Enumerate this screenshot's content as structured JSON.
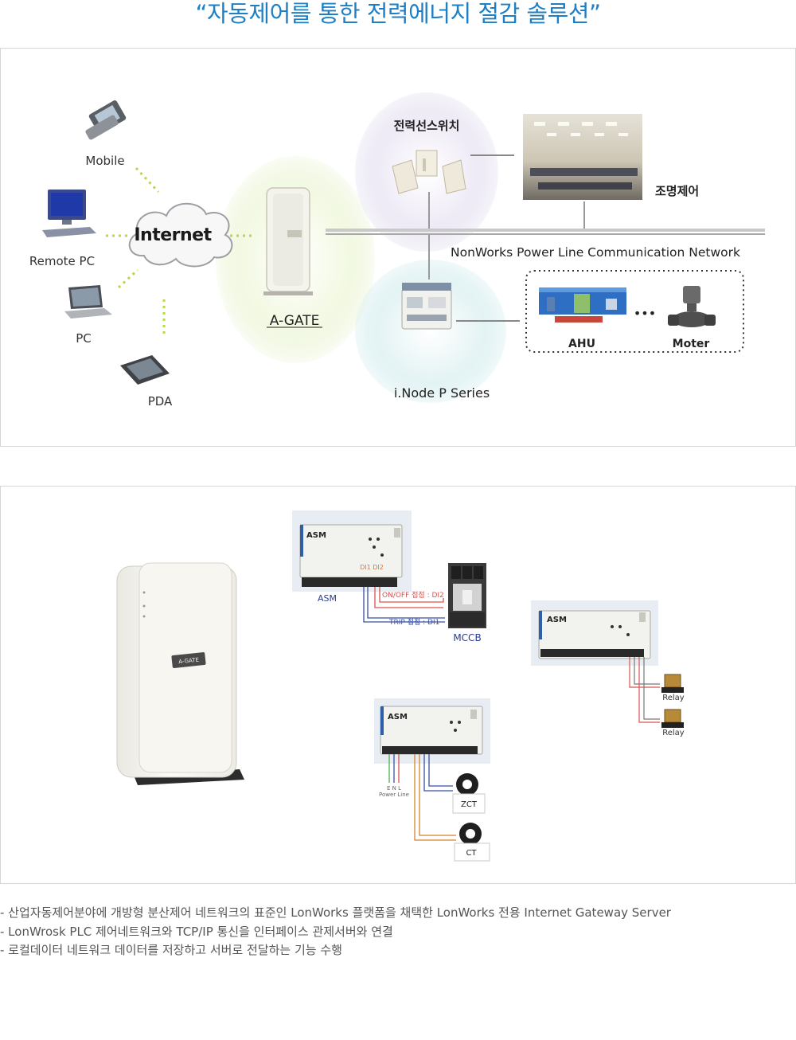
{
  "title": "“자동제어를 통한 전력에너지 절감 솔루션”",
  "network_diagram": {
    "mobile": "Mobile",
    "remote_pc": "Remote PC",
    "pc": "PC",
    "pda": "PDA",
    "internet": "Internet",
    "agate": "A-GATE",
    "power_switch": "전력선스위치",
    "light_control": "조명제어",
    "network_label": "NonWorks Power Line Communication Network",
    "inode": "i.Node P Series",
    "ahu": "AHU",
    "ellipsis": "•••",
    "moter": "Moter"
  },
  "wiring_diagram": {
    "device_logo": "A-GATE",
    "asm": "ASM",
    "asm_small": "ASM",
    "di_labels": "DI1 DI2",
    "onoff": "ON/OFF 접점 : DI2",
    "trip": "TRIP 접점 : DI1",
    "mccb": "MCCB",
    "relay1": "Relay",
    "relay2": "Relay",
    "enl": "E N L",
    "power_line": "Power Line",
    "zct": "ZCT",
    "ct": "CT"
  },
  "description": [
    "- 산업자동제어분야에 개방형 분산제어 네트워크의 표준인 LonWorks 플랫폼을 채택한 LonWorks 전용 Internet Gateway Server",
    "- LonWrosk PLC 제어네트워크와 TCP/IP 통신을 인터페이스 관제서버와 연결",
    "- 로컬데이터 네트워크 데이터를 저장하고 서버로 전달하는 기능 수행"
  ],
  "colors": {
    "title": "#1e7fc4",
    "onoff_wire": "#d9534f",
    "trip_wire": "#3b4fa0",
    "ct_wire": "#d9822b"
  }
}
